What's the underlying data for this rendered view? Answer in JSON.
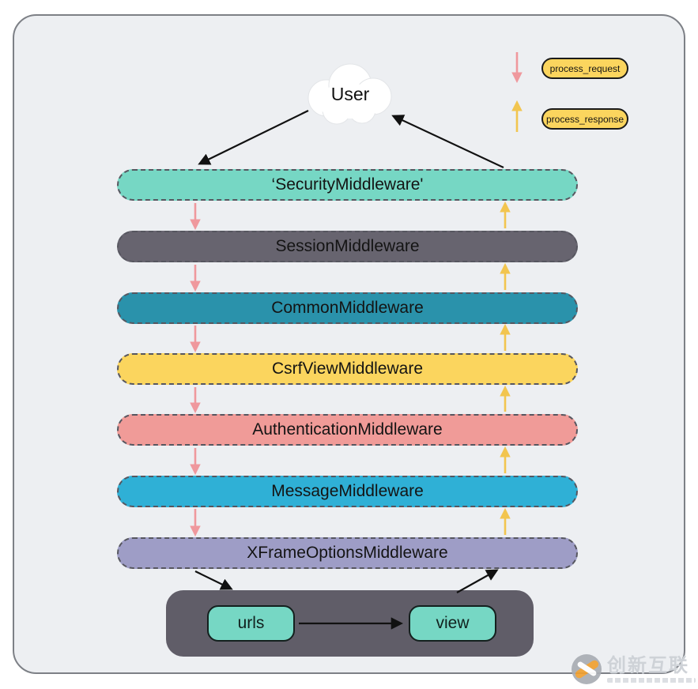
{
  "cloud": {
    "label": "User"
  },
  "legend": {
    "request": {
      "label": "process_request"
    },
    "response": {
      "label": "process_response"
    }
  },
  "middlewares": [
    {
      "id": "security",
      "label": "‘SecurityMiddleware'",
      "color": "#76d7c4"
    },
    {
      "id": "session",
      "label": "SessionMiddleware",
      "color": "#67646f"
    },
    {
      "id": "common",
      "label": "CommonMiddleware",
      "color": "#2a92ab"
    },
    {
      "id": "csrfview",
      "label": "CsrfViewMiddleware",
      "color": "#fbd55e"
    },
    {
      "id": "authentication",
      "label": "AuthenticationMiddleware",
      "color": "#f09b98"
    },
    {
      "id": "message",
      "label": "MessageMiddleware",
      "color": "#2fb0d6"
    },
    {
      "id": "xframeoptions",
      "label": "XFrameOptionsMiddleware",
      "color": "#9e9dc6"
    }
  ],
  "bottom": {
    "container_color": "#605d68",
    "node_color": "#76d7c4",
    "urls_label": "urls",
    "view_label": "view"
  },
  "colors": {
    "panel_bg": "#edeff2",
    "panel_border": "#7d8086",
    "request_arrow": "#ef989d",
    "response_arrow": "#f2c54f",
    "black_arrow": "#111111",
    "bar_dashed_border": "#56565f",
    "legend_pill_bg": "#fbd55e",
    "watermark_orange": "#f0a030"
  },
  "watermark": {
    "brand": "创新互联"
  }
}
